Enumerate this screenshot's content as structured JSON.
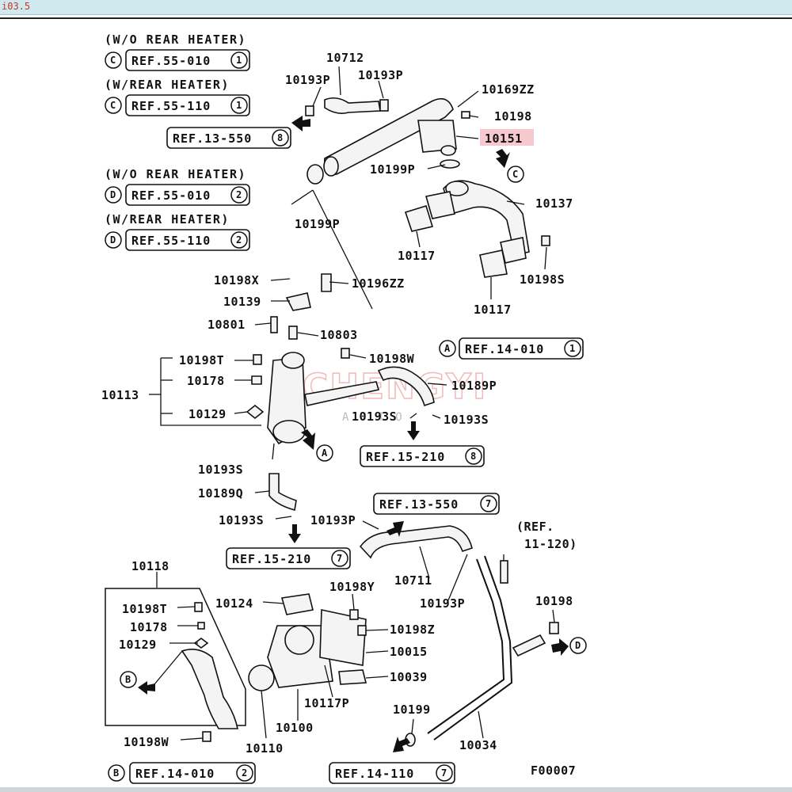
{
  "window": {
    "title": "i03.5"
  },
  "headers": [
    "(W/O REAR HEATER)",
    "(W/REAR HEATER)",
    "(W/O REAR HEATER)",
    "(W/REAR HEATER)"
  ],
  "refs": {
    "r1": {
      "badge": "C",
      "text": "REF.55-010",
      "num": "1"
    },
    "r2": {
      "badge": "C",
      "text": "REF.55-110",
      "num": "1"
    },
    "r3": {
      "badge": "",
      "text": "REF.13-550",
      "num": "8"
    },
    "r4": {
      "badge": "D",
      "text": "REF.55-010",
      "num": "2"
    },
    "r5": {
      "badge": "D",
      "text": "REF.55-110",
      "num": "2"
    },
    "r6": {
      "badge": "A",
      "text": "REF.14-010",
      "num": "1"
    },
    "r7": {
      "badge": "",
      "text": "REF.15-210",
      "num": "8"
    },
    "r8": {
      "badge": "",
      "text": "REF.13-550",
      "num": "7"
    },
    "r9": {
      "badge": "",
      "text": "REF.15-210",
      "num": "7"
    },
    "r10": {
      "badge": "B",
      "text": "REF.14-010",
      "num": "2"
    },
    "r11": {
      "badge": "",
      "text": "REF.14-110",
      "num": "7"
    }
  },
  "ref_note": {
    "line1": "(REF.",
    "line2": "11-120)"
  },
  "parts": {
    "p10712": "10712",
    "p10193P_a": "10193P",
    "p10193P_b": "10193P",
    "p10169ZZ": "10169ZZ",
    "p10198_a": "10198",
    "p10151": "10151",
    "p10199P_a": "10199P",
    "p10199P_b": "10199P",
    "p10137": "10137",
    "p10117_a": "10117",
    "p10117_b": "10117",
    "p10198S": "10198S",
    "p10198X": "10198X",
    "p10196ZZ": "10196ZZ",
    "p10139": "10139",
    "p10801": "10801",
    "p10803": "10803",
    "p10198T_a": "10198T",
    "p10198W_a": "10198W",
    "p10178_a": "10178",
    "p10189P": "10189P",
    "p10113": "10113",
    "p10129_a": "10129",
    "p10193S_a": "10193S",
    "p10193S_b": "10193S",
    "p10193S_c": "10193S",
    "p10189Q": "10189Q",
    "p10193S_d": "10193S",
    "p10193P_c": "10193P",
    "p10711": "10711",
    "p10193P_d": "10193P",
    "p10118": "10118",
    "p10198T_b": "10198T",
    "p10178_b": "10178",
    "p10129_b": "10129",
    "p10124": "10124",
    "p10198Y": "10198Y",
    "p10198Z": "10198Z",
    "p10015": "10015",
    "p10039": "10039",
    "p10117P": "10117P",
    "p10100": "10100",
    "p10110": "10110",
    "p10198W_b": "10198W",
    "p10198_b": "10198",
    "p10199": "10199",
    "p10034": "10034"
  },
  "callouts": {
    "a1": "A",
    "b1": "B",
    "c1": "C",
    "d1": "D"
  },
  "figure_id": "F00007",
  "watermark": {
    "main": "CHENGYI",
    "sub": "AUTO"
  },
  "colors": {
    "highlight": "#f6c9cf",
    "window_bar": "#cfe9ef",
    "ink": "#111111"
  }
}
